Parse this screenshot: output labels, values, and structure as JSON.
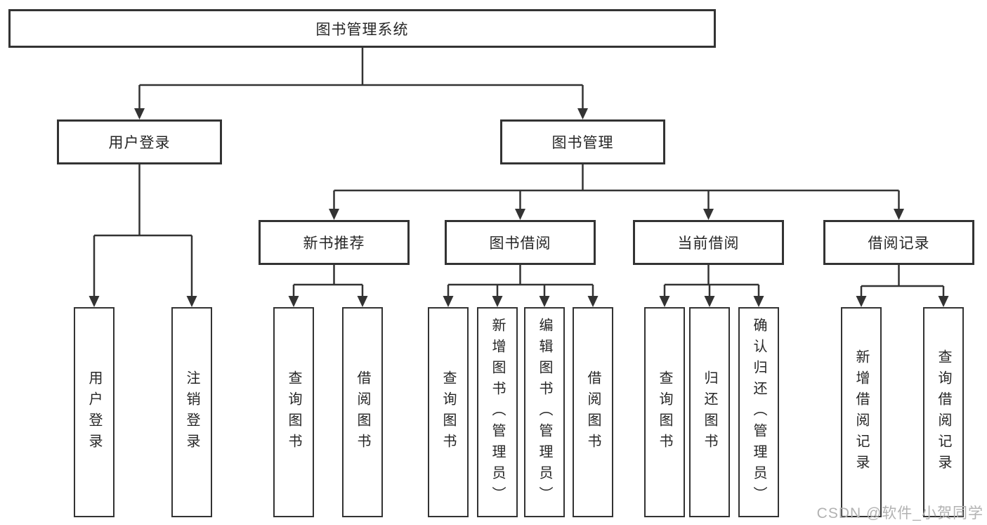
{
  "diagram": {
    "tree": {
      "root": {
        "label": "图书管理系统"
      },
      "branches": [
        {
          "label": "用户登录",
          "children": [
            {
              "label": "用户登录"
            },
            {
              "label": "注销登录"
            }
          ]
        },
        {
          "label": "图书管理",
          "children": [
            {
              "label": "新书推荐",
              "children": [
                {
                  "label": "查询图书"
                },
                {
                  "label": "借阅图书"
                }
              ]
            },
            {
              "label": "图书借阅",
              "children": [
                {
                  "label": "查询图书"
                },
                {
                  "label": "新增图书（管理员）"
                },
                {
                  "label": "编辑图书（管理员）"
                },
                {
                  "label": "借阅图书"
                }
              ]
            },
            {
              "label": "当前借阅",
              "children": [
                {
                  "label": "查询图书"
                },
                {
                  "label": "归还图书"
                },
                {
                  "label": "确认归还（管理员）"
                }
              ]
            },
            {
              "label": "借阅记录",
              "children": [
                {
                  "label": "新增借阅记录"
                },
                {
                  "label": "查询借阅记录"
                }
              ]
            }
          ]
        }
      ]
    },
    "watermark": "CSDN @软件_小贺同学",
    "colors": {
      "background": "#ffffff",
      "box_border": "#333333",
      "connector_line": "#333333",
      "label_text": "#262626",
      "watermark_text": "#b2b2b2"
    }
  }
}
